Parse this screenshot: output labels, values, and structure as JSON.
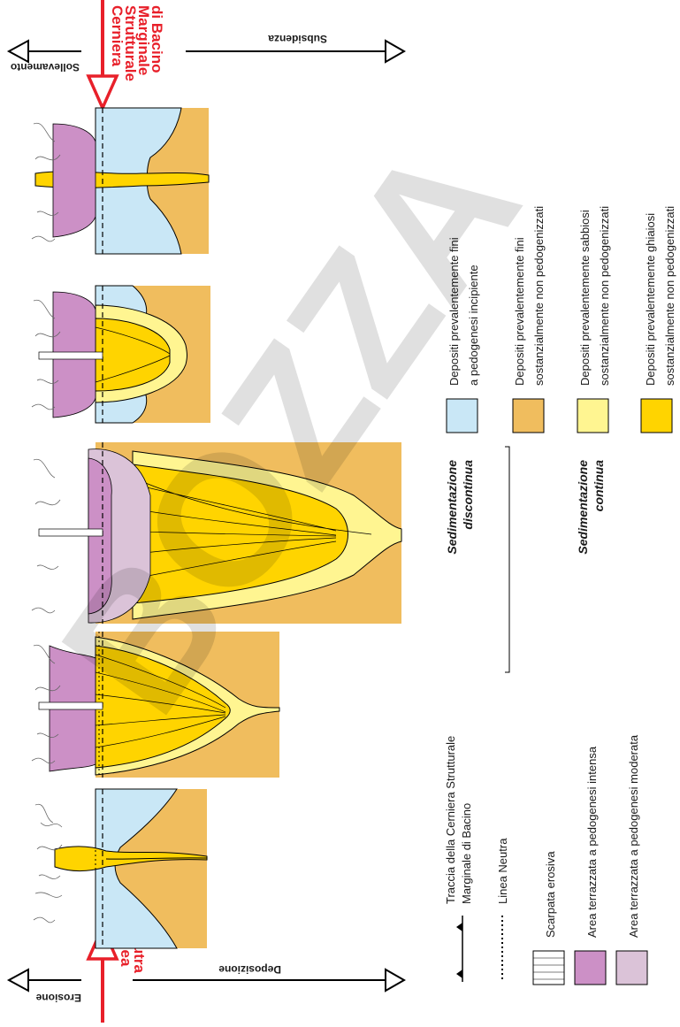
{
  "arrows": {
    "top_left": "Sollevamento",
    "top_right": "Subsidenza",
    "bottom_left": "Erosione",
    "bottom_right": "Deposizione"
  },
  "markers": {
    "top_lines": [
      "Cerniera",
      "Strutturale",
      "Marginale",
      "di Bacino"
    ],
    "bottom_lines": [
      "Linea",
      "neutra"
    ]
  },
  "legend_lines": [
    {
      "label_lines": [
        "Traccia della Cerniera Strutturale",
        "Marginale di Bacino"
      ]
    },
    {
      "label_lines": [
        "Linea Neutra"
      ]
    },
    {
      "label_lines": [
        "Scarpata erosiva"
      ]
    },
    {
      "label_lines": [
        "Area terrazzata a pedogenesi intensa"
      ]
    },
    {
      "label_lines": [
        "Area terrazzata a pedogenesi moderata"
      ]
    }
  ],
  "legend_deposits": [
    {
      "label_lines": [
        "Depositi prevalentemente fini",
        "a pedogenesi incipiente"
      ]
    },
    {
      "label_lines": [
        "Depositi prevalentemente fini",
        "sostanzialmente non pedogenizzati"
      ]
    },
    {
      "label_lines": [
        "Depositi prevalentemente sabbiosi",
        "sostanzialmente non pedogenizzati"
      ]
    },
    {
      "label_lines": [
        "Depositi prevalentemente ghiaiosi",
        "sostanzialmente non pedogenizzati"
      ]
    }
  ],
  "group_labels": {
    "discontinua": [
      "Sedimentazione",
      "discontinua"
    ],
    "continua": [
      "Sedimentazione",
      "continua"
    ]
  },
  "watermark": "BOZZA",
  "colors": {
    "fine_incipient": "#c9e7f6",
    "fine_non_pedo": "#f0bd5e",
    "sandy": "#fff591",
    "gravelly": "#ffd400",
    "intense_terrace": "#cc90c6",
    "moderate_terrace": "#dbc3d8",
    "red": "#e8202a"
  }
}
